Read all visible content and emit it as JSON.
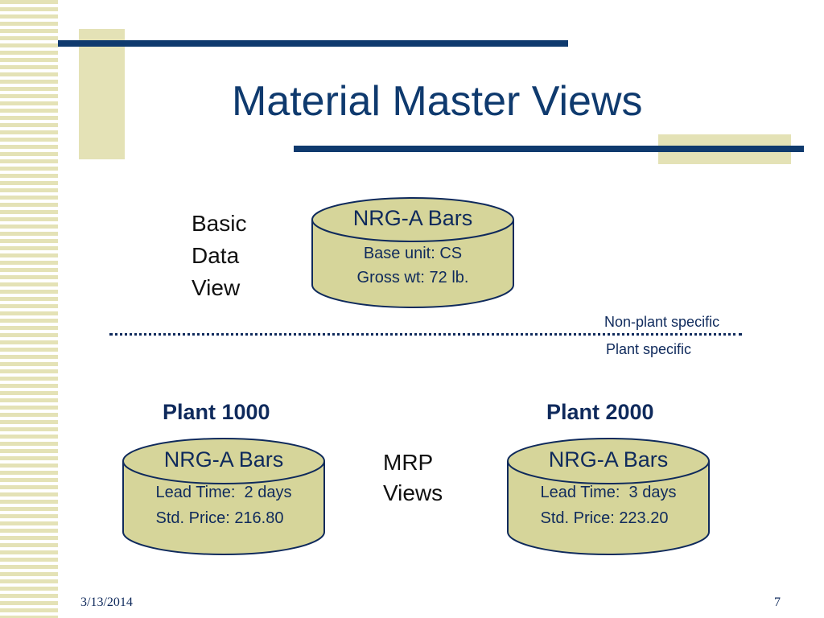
{
  "slide": {
    "title": "Material Master Views",
    "basic_view": {
      "line1": "Basic",
      "line2": "Data",
      "line3": "View"
    },
    "mrp_views": {
      "line1": "MRP",
      "line2": "Views"
    },
    "notes": {
      "non_plant": "Non-plant specific",
      "plant": "Plant specific"
    },
    "plant_1000_title": "Plant 1000",
    "plant_2000_title": "Plant 2000",
    "footer": {
      "date": "3/13/2014",
      "page": "7"
    }
  },
  "cylinders": {
    "basic": {
      "name": "NRG-A Bars",
      "line1": "Base unit: CS",
      "line2": "Gross wt: 72 lb."
    },
    "plant1000": {
      "name": "NRG-A Bars",
      "line1": "Lead Time:  2 days",
      "line2": "Std. Price: 216.80"
    },
    "plant2000": {
      "name": "NRG-A Bars",
      "line1": "Lead Time:  3 days",
      "line2": "Std. Price: 223.20"
    }
  },
  "colors": {
    "accent_navy": "#0f3a6e",
    "accent_khaki": "#e4e2b6",
    "cylinder_fill": "#d6d59a",
    "cylinder_stroke": "#0f2a5c"
  }
}
